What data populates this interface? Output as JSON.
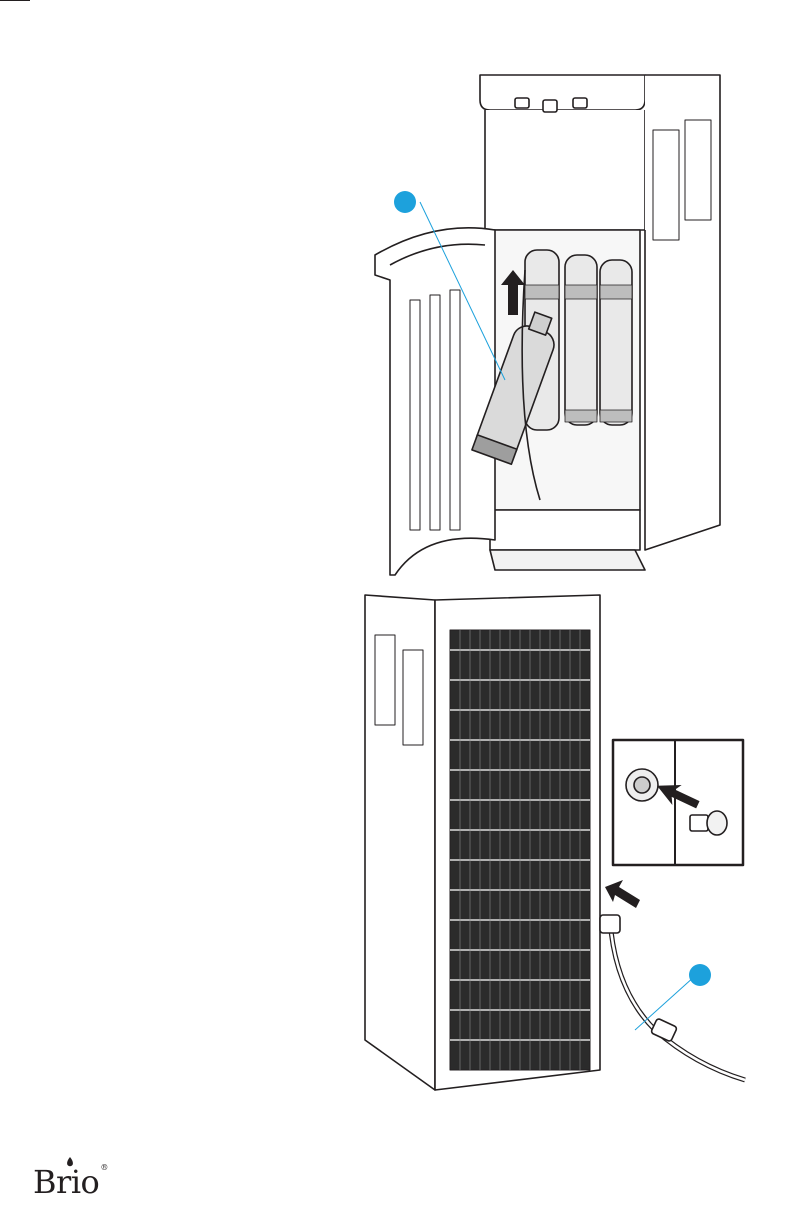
{
  "brand": {
    "name": "Brio",
    "mark": "®"
  },
  "colors": {
    "callout": "#1da1dc",
    "line": "#231f20",
    "panel": "#f2f2f2",
    "filter": "#d8d8d8"
  },
  "figures": [
    {
      "id": "filter-install",
      "callout": ""
    },
    {
      "id": "water-line-connection",
      "callout": ""
    }
  ]
}
